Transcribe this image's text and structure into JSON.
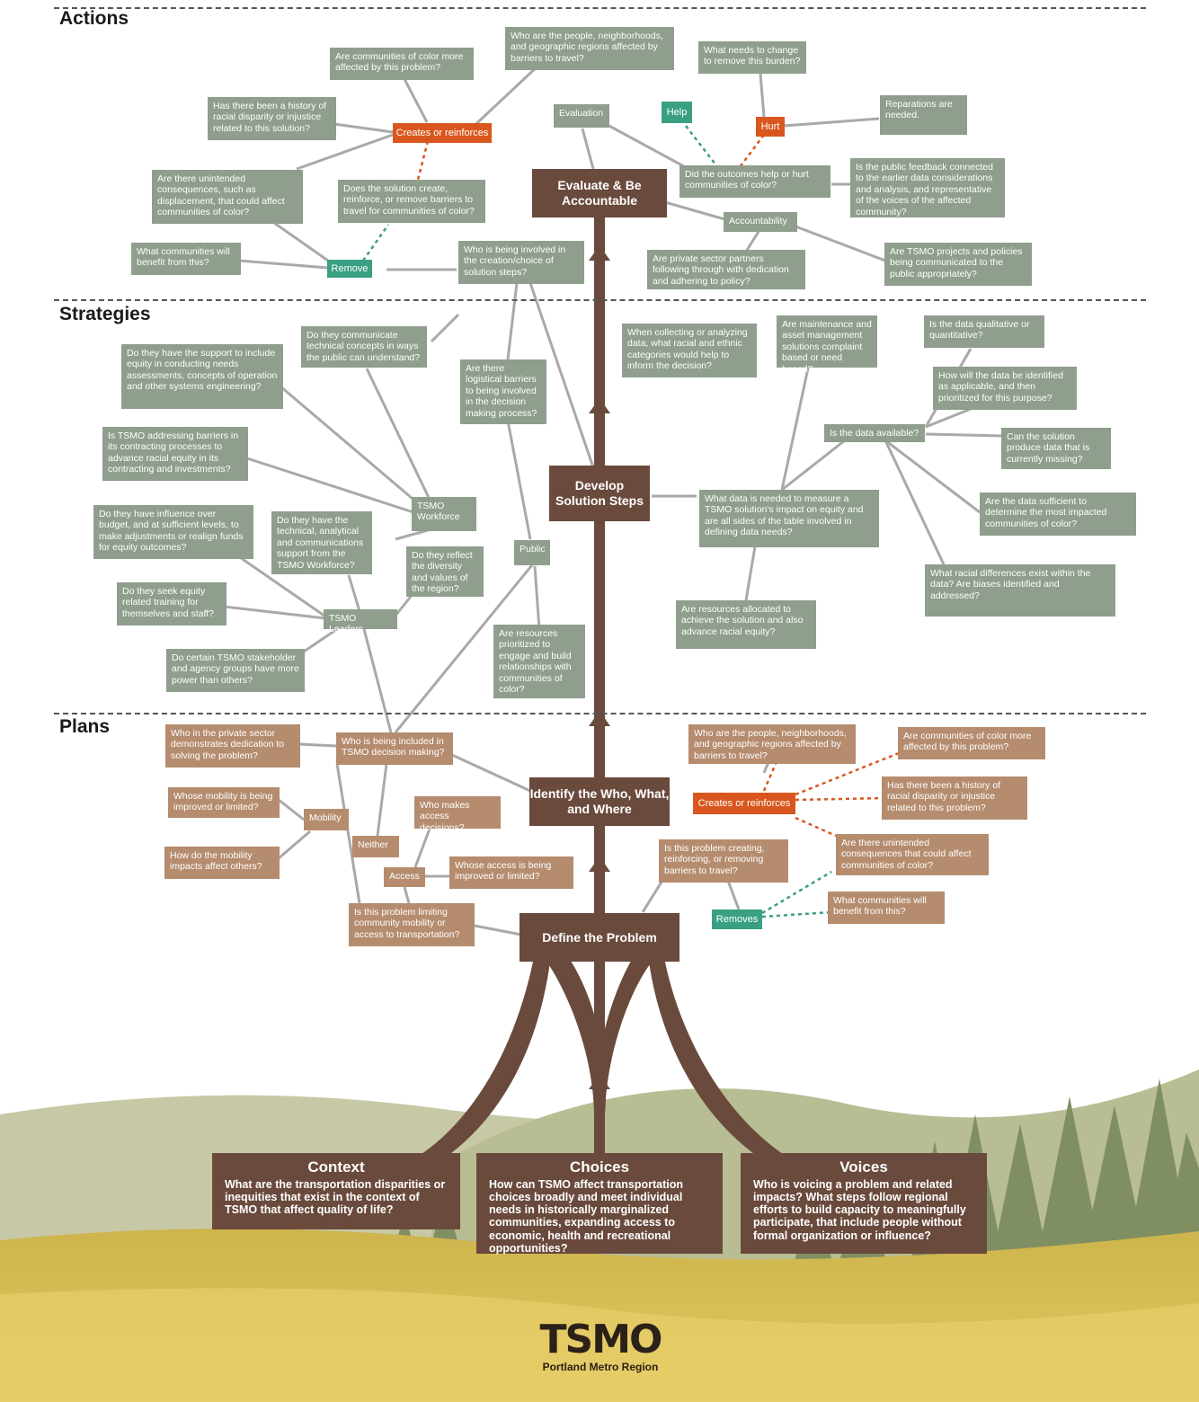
{
  "sections": {
    "actions": "Actions",
    "strategies": "Strategies",
    "plans": "Plans"
  },
  "hubs": {
    "evaluate": "Evaluate & Be Accountable",
    "develop": "Develop Solution Steps",
    "identify": "Identify the Who, What, and Where",
    "define": "Define the Problem"
  },
  "actions": {
    "a1": "Are communities of color more affected by this problem?",
    "a2": "Who are the people, neighborhoods, and geographic regions affected by barriers to travel?",
    "a3": "What needs to change to remove this burden?",
    "a4": "Has there been a history of racial disparity or injustice related to this solution?",
    "a5": "Evaluation",
    "a6": "Reparations are needed.",
    "a7": "Are there unintended consequences, such as displacement, that could affect communities of color?",
    "a8": "Does the solution create, reinforce, or remove barriers to travel for communities of color?",
    "a9": "Did the outcomes help or hurt communities of color?",
    "a10": "Is the public feedback connected to the earlier data considerations and analysis, and representative of the voices of the affected community?",
    "a11": "What communities will benefit from this?",
    "a12": "Who is being involved in the creation/choice of solution steps?",
    "a13": "Accountability",
    "a14": "Are private sector partners following through with dedication and adhering to policy?",
    "a15": "Are TSMO projects and policies being communicated to the public appropriately?"
  },
  "action_tags": {
    "creates": "Creates or reinforces",
    "remove": "Remove",
    "help": "Help",
    "hurt": "Hurt"
  },
  "strategies": {
    "s1": "Do they communicate technical concepts in ways the public can understand?",
    "s2": "Do they have the support to include equity in conducting needs assessments, concepts of operation and other systems engineering?",
    "s3": "Are there logistical barriers to being involved in the decision making process?",
    "s4": "When collecting or analyzing data, what racial and ethnic categories would help to inform the decision?",
    "s5": "Are maintenance and asset management solutions complaint based or need based?",
    "s6": "Is the data qualitative or quantitative?",
    "s7": "How will the data be identified as applicable, and then prioritized for this purpose?",
    "s8": "Is TSMO addressing barriers in its contracting processes to advance racial equity in its contracting and investments?",
    "s9": "Is the data available?",
    "s10": "Can the solution produce data that is currently missing?",
    "s11": "TSMO Workforce",
    "s12": "Do they have influence over budget, and at sufficient levels, to make adjustments or realign funds for equity outcomes?",
    "s13": "Do they have the technical, analytical and communications support from the TSMO Workforce?",
    "s14": "Public",
    "s15": "Do they reflect the diversity and values of the region?",
    "s16": "What data is needed to measure a TSMO solution's impact on equity and are all sides of the table involved in defining data needs?",
    "s17": "Are the data sufficient to determine the most impacted communities of color?",
    "s18": "Do they seek equity related training for themselves and staff?",
    "s19": "TSMO Leaders",
    "s20": "What racial differences exist within the data? Are biases identified and addressed?",
    "s21": "Are resources allocated to achieve the solution and also advance racial equity?",
    "s22": "Do certain TSMO stakeholder and agency groups have more power than others?",
    "s23": "Are resources prioritized to engage and build relationships with communities of color?"
  },
  "plans": {
    "p1": "Who in the private sector demonstrates dedication to solving the problem?",
    "p2": "Who is being included in TSMO decision making?",
    "p3": "Who are the people, neighborhoods, and geographic regions affected by barriers to travel?",
    "p4": "Are communities of color more affected by this problem?",
    "p5": "Whose mobility is being improved or limited?",
    "p6": "Mobility",
    "p7": "Who makes access decisions?",
    "p8": "Has there been a history of racial disparity or injustice related to this problem?",
    "p9": "Neither",
    "p10": "How do the mobility impacts affect others?",
    "p11": "Is this problem creating, reinforcing, or removing barriers to travel?",
    "p12": "Are there unintended consequences that could affect communities of color?",
    "p13": "Access",
    "p14": "Whose access is being improved or limited?",
    "p15": "What communities will benefit from this?",
    "p16": "Is this problem limiting community mobility or access to transportation?"
  },
  "plan_tags": {
    "creates": "Creates or reinforces",
    "removes": "Removes"
  },
  "roots": {
    "context_title": "Context",
    "context_text": "What are the transportation disparities or inequities that exist in the context of TSMO that affect quality of life?",
    "choices_title": "Choices",
    "choices_text": "How can TSMO affect transportation choices broadly and meet individual needs in historically marginalized communities, expanding access to economic, health and recreational opportunities?",
    "voices_title": "Voices",
    "voices_text": "Who is voicing a problem and related impacts? What steps follow regional efforts to build capacity to meaningfully participate, that include people without formal organization or influence?"
  },
  "logo": {
    "mark": "TSMO",
    "subtitle": "Portland Metro Region"
  },
  "colors": {
    "trunk": "#6a4a3c",
    "action_box": "#8f9e8d",
    "plan_box": "#b58c6e",
    "accent_orange": "#d9571e",
    "accent_teal": "#3aa083"
  }
}
